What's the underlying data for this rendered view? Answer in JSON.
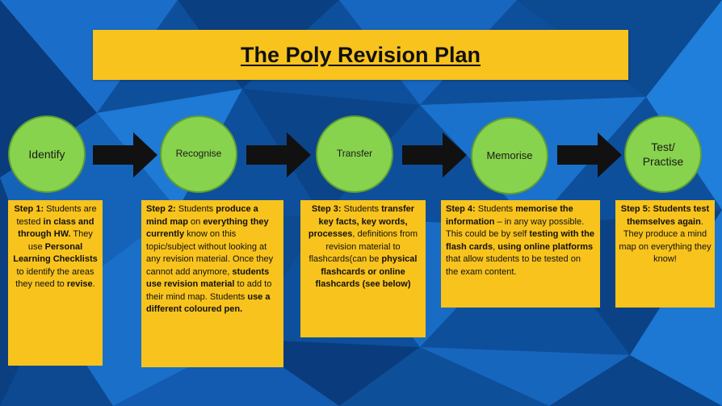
{
  "title": "The Poly Revision Plan",
  "colors": {
    "banner": "#f8c31d",
    "circle": "#88d34e",
    "arrow": "#111111",
    "background": "#0d4f9a"
  },
  "stages": [
    {
      "label": "Identify"
    },
    {
      "label": "Recognise"
    },
    {
      "label": "Transfer"
    },
    {
      "label": "Memorise"
    },
    {
      "label": "Test/\nPractise"
    }
  ],
  "steps": [
    {
      "segments": [
        {
          "t": "Step 1:",
          "b": true
        },
        {
          "t": " Students are tested ",
          "b": false
        },
        {
          "t": "in class and through HW.",
          "b": true
        },
        {
          "t": " They use ",
          "b": false
        },
        {
          "t": "Personal Learning Checklists",
          "b": true
        },
        {
          "t": " to identify the areas they need to ",
          "b": false
        },
        {
          "t": "revise",
          "b": true
        },
        {
          "t": ".",
          "b": false
        }
      ]
    },
    {
      "segments": [
        {
          "t": "Step 2:",
          "b": true
        },
        {
          "t": " Students ",
          "b": false
        },
        {
          "t": "produce a mind map",
          "b": true
        },
        {
          "t": " on ",
          "b": false
        },
        {
          "t": "everything they currently",
          "b": true
        },
        {
          "t": " know on this topic/subject without looking at any revision material. Once they cannot add anymore, ",
          "b": false
        },
        {
          "t": "students use revision material",
          "b": true
        },
        {
          "t": " to add to their mind map. Students ",
          "b": false
        },
        {
          "t": "use a different coloured pen.",
          "b": true
        }
      ]
    },
    {
      "segments": [
        {
          "t": "Step 3:",
          "b": true
        },
        {
          "t": " Students ",
          "b": false
        },
        {
          "t": "transfer key facts, key words, processes",
          "b": true
        },
        {
          "t": ", definitions from revision material to flashcards(can be ",
          "b": false
        },
        {
          "t": "physical flashcards or online flashcards",
          "b": true
        },
        {
          "t": " ",
          "b": false
        },
        {
          "t": "(see below)",
          "b": true
        }
      ]
    },
    {
      "segments": [
        {
          "t": "Step 4:",
          "b": true
        },
        {
          "t": " Students ",
          "b": false
        },
        {
          "t": "memorise the information",
          "b": true
        },
        {
          "t": " – in any way possible. This could be by self ",
          "b": false
        },
        {
          "t": "testing with the flash cards",
          "b": true
        },
        {
          "t": ", ",
          "b": false
        },
        {
          "t": "using online platforms",
          "b": true
        },
        {
          "t": " that allow students to be tested on the exam content.",
          "b": false
        }
      ]
    },
    {
      "segments": [
        {
          "t": "Step 5: Students test themselves again",
          "b": true
        },
        {
          "t": ". They produce a mind map on everything they know!",
          "b": false
        }
      ]
    }
  ]
}
